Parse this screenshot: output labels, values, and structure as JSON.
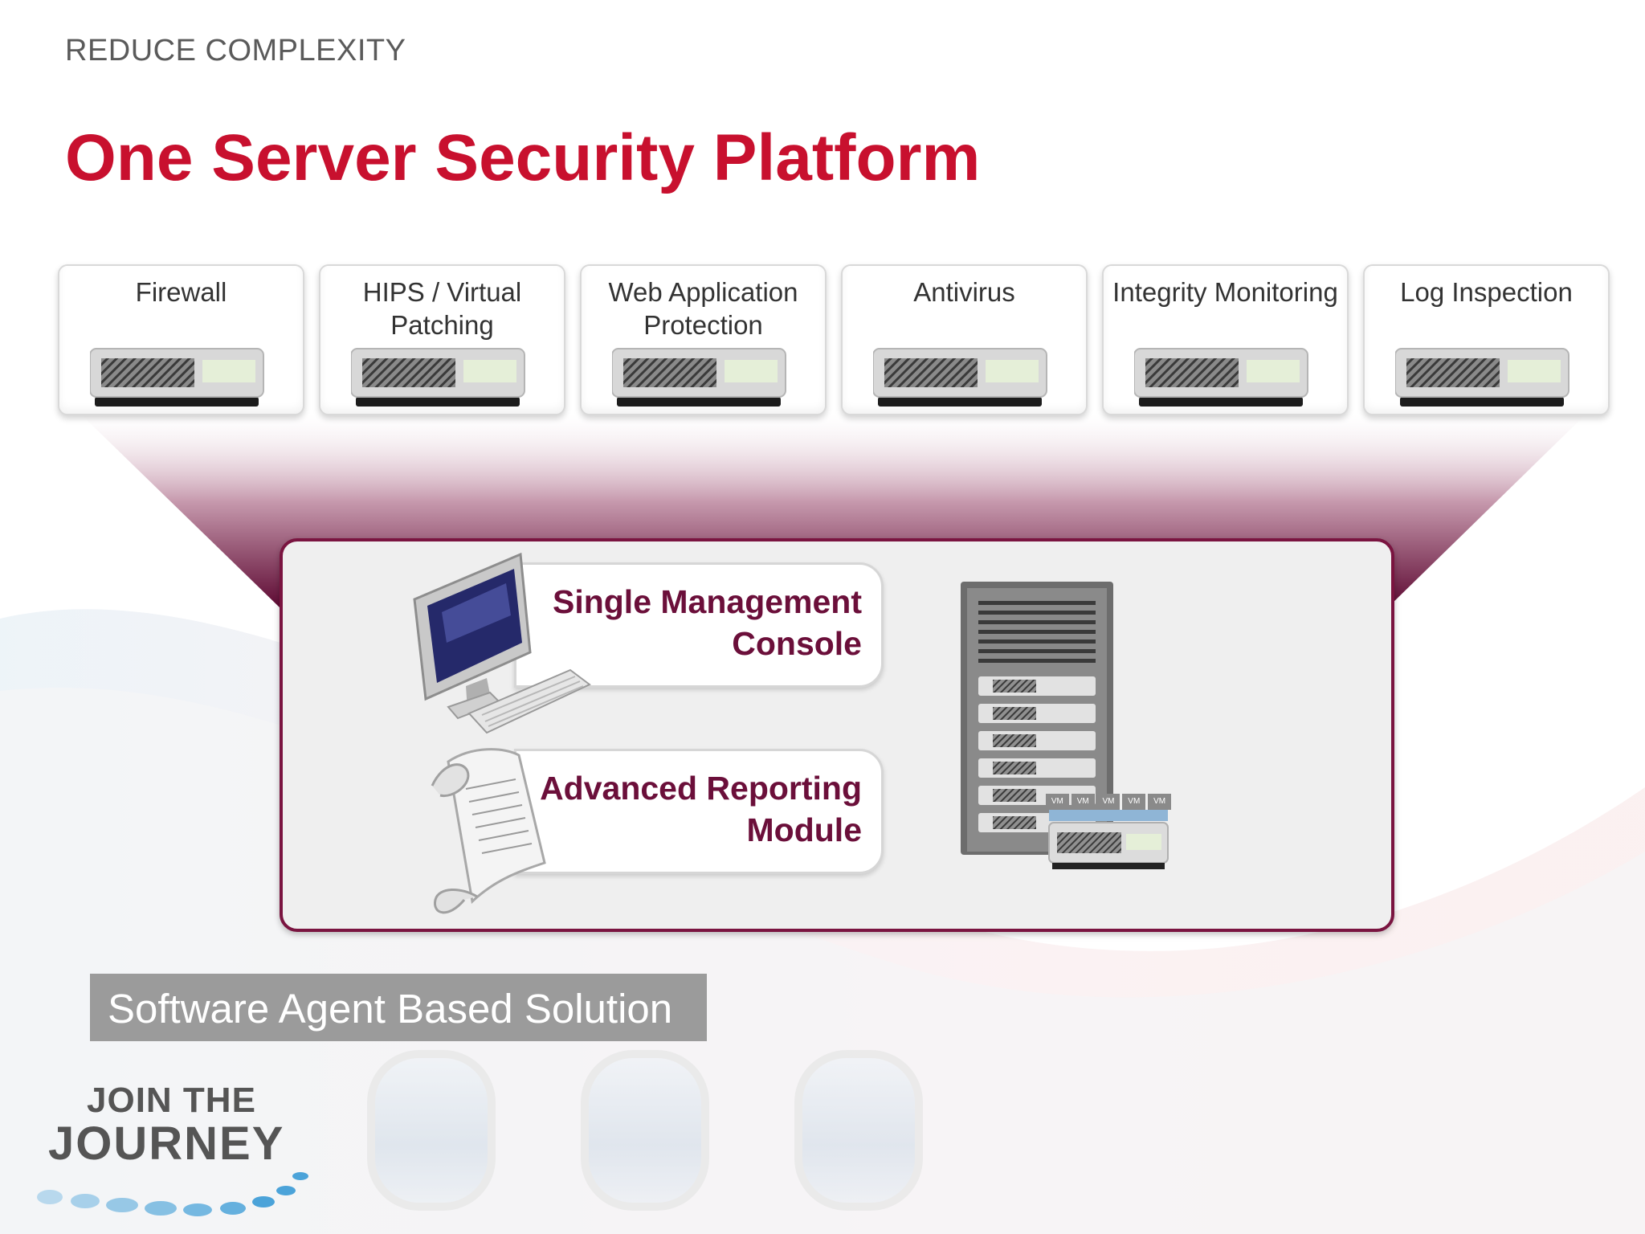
{
  "slide": {
    "eyebrow": "REDUCE COMPLEXITY",
    "title": "One Server Security Platform"
  },
  "modules": [
    {
      "label": "Firewall"
    },
    {
      "label": "HIPS / Virtual Patching"
    },
    {
      "label": "Web Application Protection"
    },
    {
      "label": "Antivirus"
    },
    {
      "label": "Integrity Monitoring"
    },
    {
      "label": "Log Inspection"
    }
  ],
  "platform": {
    "console_label": "Single Management Console",
    "reporting_label": "Advanced Reporting Module",
    "vm_tags": [
      "VM",
      "VM",
      "VM",
      "VM",
      "VM"
    ]
  },
  "subtitle": "Software Agent Based Solution",
  "logo": {
    "line1": "JOIN THE",
    "line2": "JOURNEY"
  },
  "colors": {
    "title_red": "#c8102e",
    "accent_maroon": "#7a1440",
    "feature_text": "#6b0f3a",
    "subtitle_bar": "#9b9b9b"
  }
}
